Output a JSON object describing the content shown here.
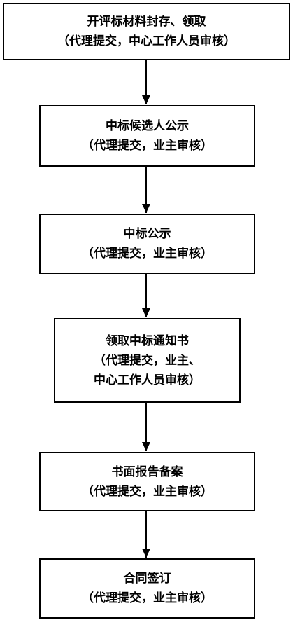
{
  "flowchart": {
    "nodes": [
      {
        "lines": [
          "开评标材料封存、领取",
          "（代理提交，中心工作人员审核）"
        ]
      },
      {
        "lines": [
          "中标候选人公示",
          "（代理提交，业主审核）"
        ]
      },
      {
        "lines": [
          "中标公示",
          "（代理提交，业主审核）"
        ]
      },
      {
        "lines": [
          "领取中标通知书",
          "（代理提交，业主、",
          "中心工作人员审核）"
        ]
      },
      {
        "lines": [
          "书面报告备案",
          "（代理提交，业主审核）"
        ]
      },
      {
        "lines": [
          "合同签订",
          "（代理提交，业主审核）"
        ]
      }
    ],
    "colors": {
      "border": "#000000",
      "arrow": "#000000",
      "background": "#ffffff",
      "text": "#000000"
    }
  }
}
